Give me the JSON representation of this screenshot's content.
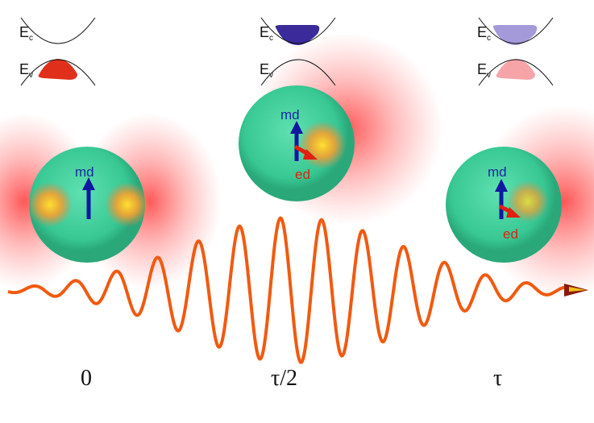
{
  "panels": [
    {
      "ec_label": "E",
      "ec_sub": "c",
      "ev_label": "E",
      "ev_sub": "v",
      "time_label": "0",
      "md_label": "md",
      "ed_label": ""
    },
    {
      "ec_label": "E",
      "ec_sub": "c",
      "ev_label": "E",
      "ev_sub": "v",
      "time_label": "τ/2",
      "md_label": "md",
      "ed_label": "ed"
    },
    {
      "ec_label": "E",
      "ec_sub": "c",
      "ev_label": "E",
      "ev_sub": "v",
      "time_label": "τ",
      "md_label": "md",
      "ed_label": "ed"
    }
  ],
  "colors": {
    "conduction_fill": [
      "none",
      "#3a2a9a",
      "#a49ad9"
    ],
    "valence_fill": [
      "#e0301c",
      "none",
      "#f6a4a8"
    ],
    "sphere": "#3fd6a0",
    "wave": "#f05a10",
    "arrow_md": "#1018a0",
    "arrow_ed": "#e02010"
  }
}
